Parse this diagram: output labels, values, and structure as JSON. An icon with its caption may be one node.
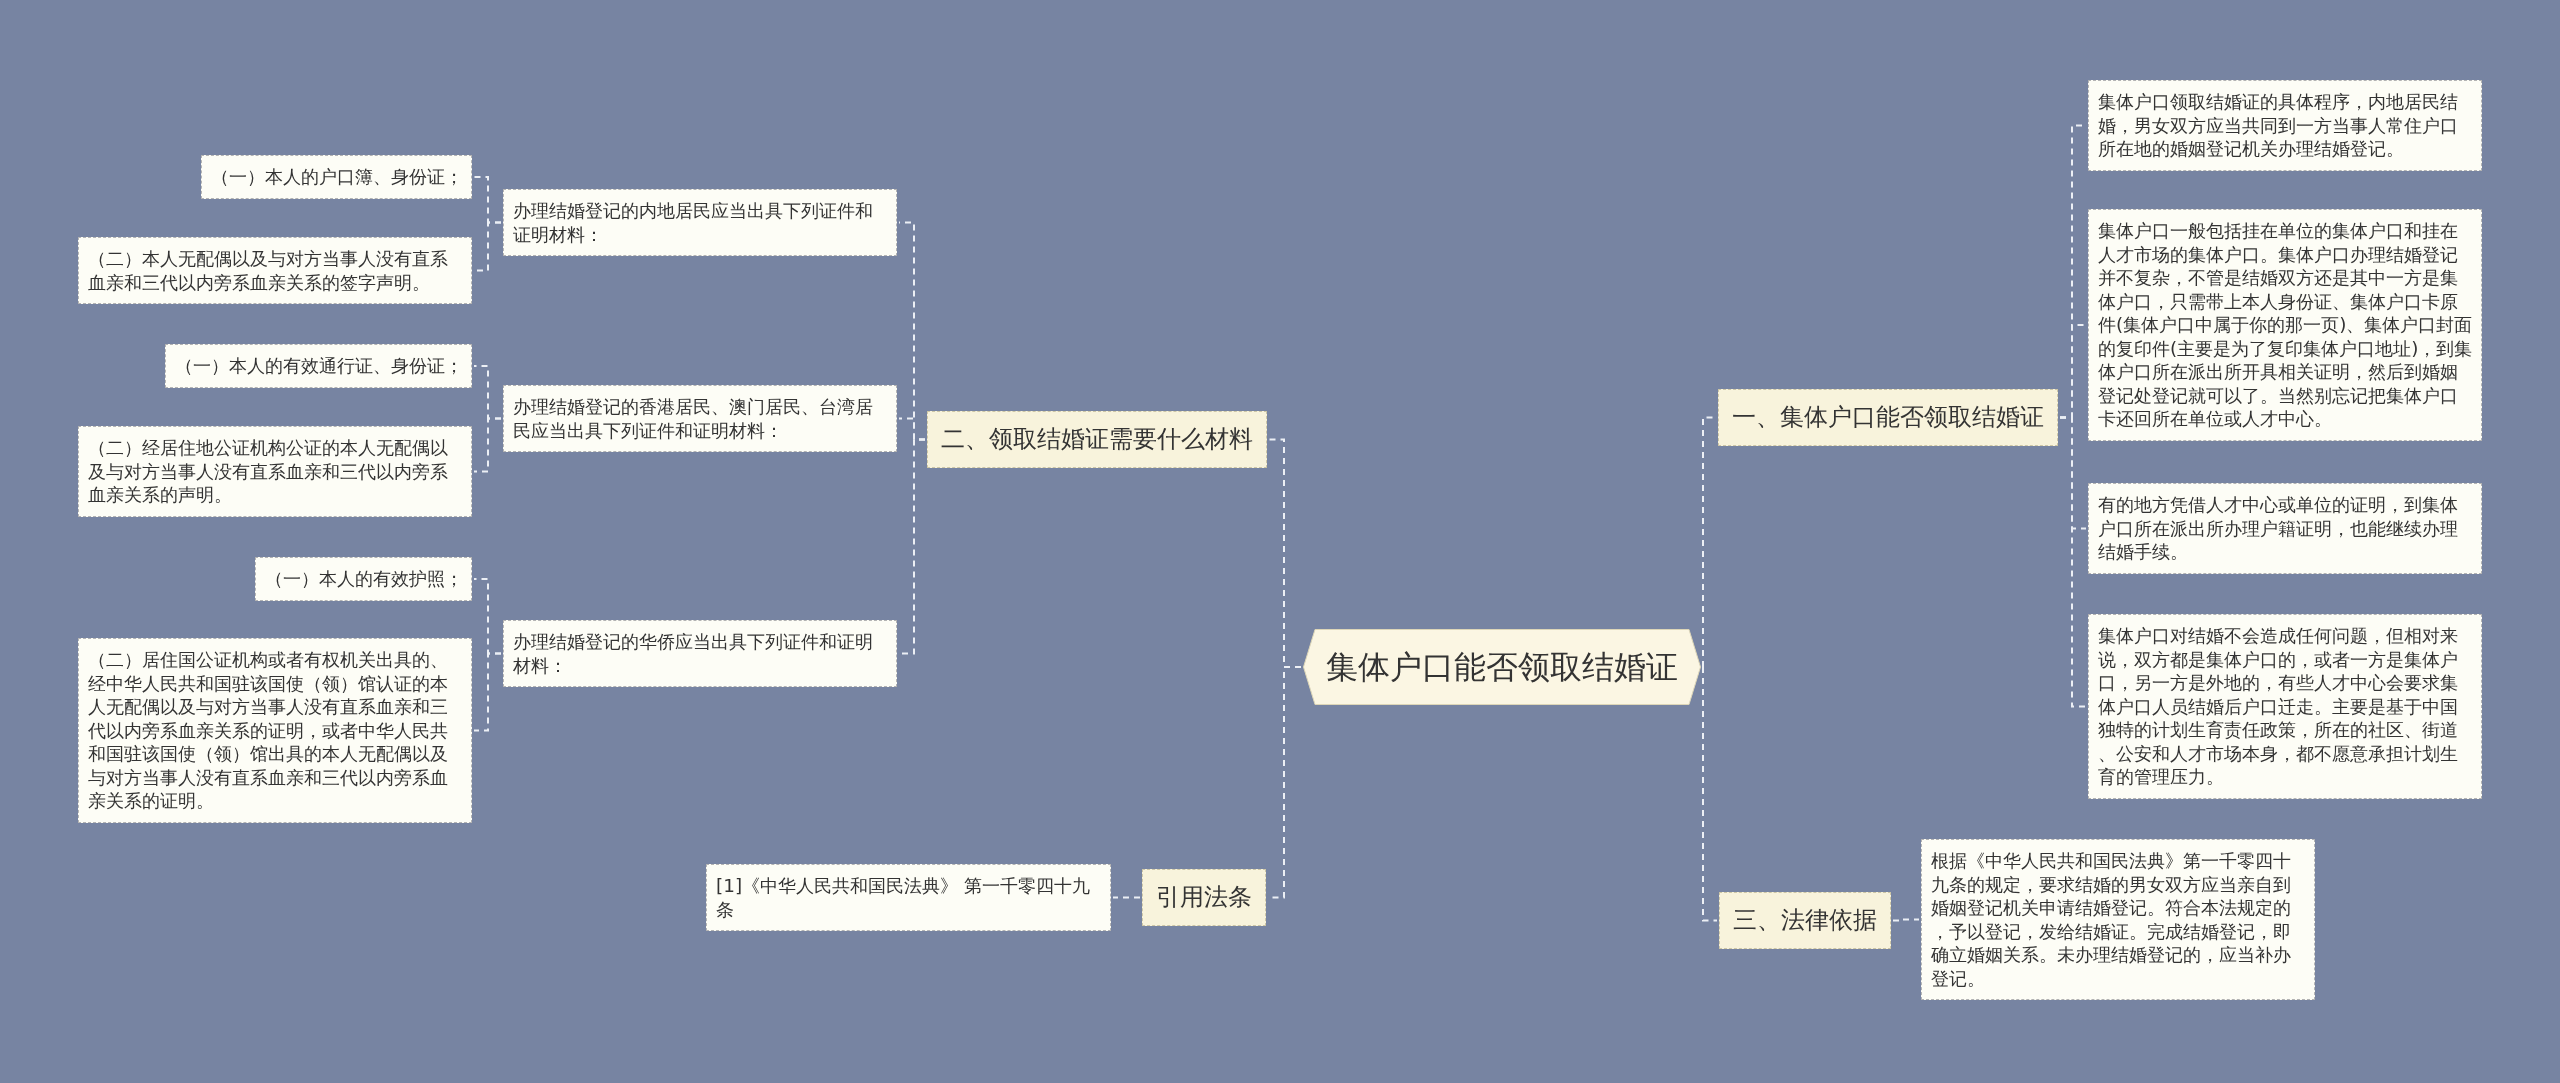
{
  "diagram": {
    "nodes": [
      {
        "text": [
          "集体户口能否领取结婚证"
        ]
      },
      {
        "text": [
          "二、领取结婚证需要什么材料"
        ]
      },
      {
        "text": [
          "办理结婚登记的内地居民应当出具下列证件和证明材料："
        ]
      },
      {
        "text": [
          "（一）本人的户口簿、身份证；"
        ]
      },
      {
        "text": [
          "（二）本人无配偶以及与对方当事人没有直系血亲和三代以内旁系血亲关系的签字声明。"
        ]
      },
      {
        "text": [
          "办理结婚登记的香港居民、澳门居民、台湾居民应当出具下列证件和证明材料："
        ]
      },
      {
        "text": [
          "（一）本人的有效通行证、身份证；"
        ]
      },
      {
        "text": [
          "（二）经居住地公证机构公证的本人无配偶以及与对方当事人没有直系血亲和三代以内旁系血亲关系的声明。"
        ]
      },
      {
        "text": [
          "办理结婚登记的华侨应当出具下列证件和证明材料："
        ]
      },
      {
        "text": [
          "（一）本人的有效护照；"
        ]
      },
      {
        "text": [
          "（二）居住国公证机构或者有权机关出具的、经中华人民共和国驻该国使（领）馆认证的本人无配偶以及与对方当事人没有直系血亲和三代以内旁系血亲关系的证明，或者中华人民共和国驻该国使（领）馆出具的本人无配偶以及与对方当事人没有直系血亲和三代以内旁系血亲关系的证明。"
        ]
      },
      {
        "text": [
          "引用法条"
        ]
      },
      {
        "text": [
          "[1]《中华人民共和国民法典》 第一千零四十九条"
        ]
      },
      {
        "text": [
          "一、集体户口能否领取结婚证"
        ]
      },
      {
        "text": [
          "集体户口领取结婚证的具体程序，内地居民结婚，男女双方应当共同到一方当事人常住户口所在地的婚姻登记机关办理结婚登记。"
        ]
      },
      {
        "text": [
          "集体户口一般包括挂在单位的集体户口和挂在人才市场的集体户口。集体户口办理结婚登记并不复杂，不管是结婚双方还是其中一方是集体户口，只需带上本人身份证、集体户口卡原件(集体户口中属于你的那一页)、集体户口封面的复印件(主要是为了复印集体户口地址)，到集体户口所在派出所开具相关证明，然后到婚姻登记处登记就可以了。当然别忘记把集体户口卡还回所在单位或人才中心。"
        ]
      },
      {
        "text": [
          "有的地方凭借人才中心或单位的证明，到集体户口所在派出所办理户籍证明，也能继续办理结婚手续。"
        ]
      },
      {
        "text": [
          "集体户口对结婚不会造成任何问题，但相对来说，双方都是集体户口的，或者一方是集体户口，另一方是外地的，有些人才中心会要求集体户口人员结婚后户口迁走。主要是基于中国独特的计划生育责任政策，所在的社区、街道、公安和人才市场本身，都不愿意承担计划生育的管理压力。"
        ]
      },
      {
        "text": [
          "三、法律依据"
        ]
      },
      {
        "text": [
          "根据《中华人民共和国民法典》第一千零四十九条的规定，要求结婚的男女双方应当亲自到婚姻登记机关申请结婚登记。符合本法规定的，予以登记，发给结婚证。完成结婚登记，即确立婚姻关系。未办理结婚登记的，应当补办登记。"
        ]
      }
    ],
    "edges": [
      {
        "from": 0,
        "to": 1,
        "arrow": "none"
      },
      {
        "from": 1,
        "to": 2,
        "arrow": "none"
      },
      {
        "from": 2,
        "to": 3,
        "arrow": "none"
      },
      {
        "from": 2,
        "to": 4,
        "arrow": "none"
      },
      {
        "from": 1,
        "to": 5,
        "arrow": "none"
      },
      {
        "from": 5,
        "to": 6,
        "arrow": "none"
      },
      {
        "from": 5,
        "to": 7,
        "arrow": "none"
      },
      {
        "from": 1,
        "to": 8,
        "arrow": "none"
      },
      {
        "from": 8,
        "to": 9,
        "arrow": "none"
      },
      {
        "from": 8,
        "to": 10,
        "arrow": "none"
      },
      {
        "from": 0,
        "to": 11,
        "arrow": "none"
      },
      {
        "from": 11,
        "to": 12,
        "arrow": "none"
      },
      {
        "from": 0,
        "to": 13,
        "arrow": "none"
      },
      {
        "from": 13,
        "to": 14,
        "arrow": "none"
      },
      {
        "from": 13,
        "to": 15,
        "arrow": "none"
      },
      {
        "from": 13,
        "to": 16,
        "arrow": "none"
      },
      {
        "from": 13,
        "to": 17,
        "arrow": "none"
      },
      {
        "from": 0,
        "to": 18,
        "arrow": "none"
      },
      {
        "from": 18,
        "to": 19,
        "arrow": "none"
      }
    ]
  }
}
